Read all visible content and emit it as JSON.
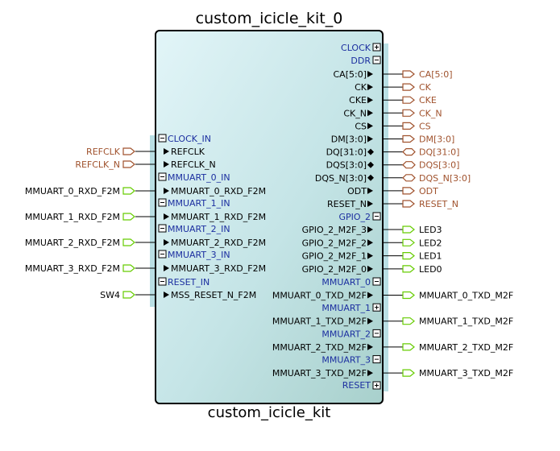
{
  "instance_name": "custom_icicle_kit_0",
  "component_name": "custom_icicle_kit",
  "colors": {
    "group_label": "#1c2fa0",
    "ddr_port": "#a0522d",
    "gpio_port": "#000000",
    "green_port": "#66cc00",
    "brown_port": "#a0522d"
  },
  "left": {
    "clock_in": {
      "group": "CLOCK_IN",
      "pins": [
        {
          "name": "REFCLK",
          "ext": "REFCLK"
        },
        {
          "name": "REFCLK_N",
          "ext": "REFCLK_N"
        }
      ]
    },
    "mmuart_groups": [
      {
        "group": "MMUART_0_IN",
        "pin": "MMUART_0_RXD_F2M",
        "ext": "MMUART_0_RXD_F2M"
      },
      {
        "group": "MMUART_1_IN",
        "pin": "MMUART_1_RXD_F2M",
        "ext": "MMUART_1_RXD_F2M"
      },
      {
        "group": "MMUART_2_IN",
        "pin": "MMUART_2_RXD_F2M",
        "ext": "MMUART_2_RXD_F2M"
      },
      {
        "group": "MMUART_3_IN",
        "pin": "MMUART_3_RXD_F2M",
        "ext": "MMUART_3_RXD_F2M"
      }
    ],
    "reset_in": {
      "group": "RESET_IN",
      "pin": "MSS_RESET_N_F2M",
      "ext": "SW4"
    }
  },
  "right": {
    "clock": "CLOCK",
    "ddr": {
      "group": "DDR",
      "pins": [
        {
          "name": "CA[5:0]",
          "ext": "CA[5:0]",
          "dir": "out"
        },
        {
          "name": "CK",
          "ext": "CK",
          "dir": "out"
        },
        {
          "name": "CKE",
          "ext": "CKE",
          "dir": "out"
        },
        {
          "name": "CK_N",
          "ext": "CK_N",
          "dir": "out"
        },
        {
          "name": "CS",
          "ext": "CS",
          "dir": "out"
        },
        {
          "name": "DM[3:0]",
          "ext": "DM[3:0]",
          "dir": "out"
        },
        {
          "name": "DQ[31:0]",
          "ext": "DQ[31:0]",
          "dir": "inout"
        },
        {
          "name": "DQS[3:0]",
          "ext": "DQS[3:0]",
          "dir": "inout"
        },
        {
          "name": "DQS_N[3:0]",
          "ext": "DQS_N[3:0]",
          "dir": "inout"
        },
        {
          "name": "ODT",
          "ext": "ODT",
          "dir": "out"
        },
        {
          "name": "RESET_N",
          "ext": "RESET_N",
          "dir": "out"
        }
      ]
    },
    "gpio": {
      "group": "GPIO_2",
      "pins": [
        {
          "name": "GPIO_2_M2F_3",
          "ext": "LED3"
        },
        {
          "name": "GPIO_2_M2F_2",
          "ext": "LED2"
        },
        {
          "name": "GPIO_2_M2F_1",
          "ext": "LED1"
        },
        {
          "name": "GPIO_2_M2F_0",
          "ext": "LED0"
        }
      ]
    },
    "mmuart_groups": [
      {
        "group": "MMUART_0",
        "pin": "MMUART_0_TXD_M2F",
        "ext": "MMUART_0_TXD_M2F"
      },
      {
        "group": "MMUART_1",
        "pin": "MMUART_1_TXD_M2F",
        "ext": "MMUART_1_TXD_M2F"
      },
      {
        "group": "MMUART_2",
        "pin": "MMUART_2_TXD_M2F",
        "ext": "MMUART_2_TXD_M2F"
      },
      {
        "group": "MMUART_3",
        "pin": "MMUART_3_TXD_M2F",
        "ext": "MMUART_3_TXD_M2F"
      }
    ],
    "reset": "RESET"
  }
}
